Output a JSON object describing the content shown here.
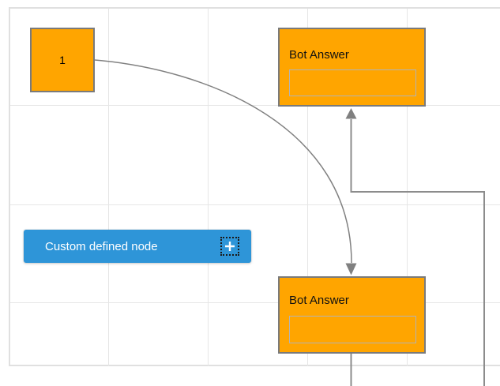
{
  "nodes": {
    "start": {
      "label": "1"
    },
    "bot_answer_top": {
      "title": "Bot Answer",
      "field_value": ""
    },
    "bot_answer_bottom": {
      "title": "Bot Answer",
      "field_value": ""
    },
    "custom_defined": {
      "label": "Custom defined node",
      "add_icon": "plus-icon"
    }
  },
  "connectors": {
    "curve": "start-node to bot-answer-bottom",
    "elbow": "offscreen-bottom to bot-answer-top",
    "stub": "bot-answer-bottom to offscreen-bottom"
  },
  "colors": {
    "orange_node_fill": "#FFA500",
    "node_border_gray": "#7A7A7A",
    "blue_node_fill": "#2E95D8",
    "connector_gray": "#808080",
    "grid_line": "#E6E6E6",
    "canvas_border": "#E0E0E0"
  }
}
